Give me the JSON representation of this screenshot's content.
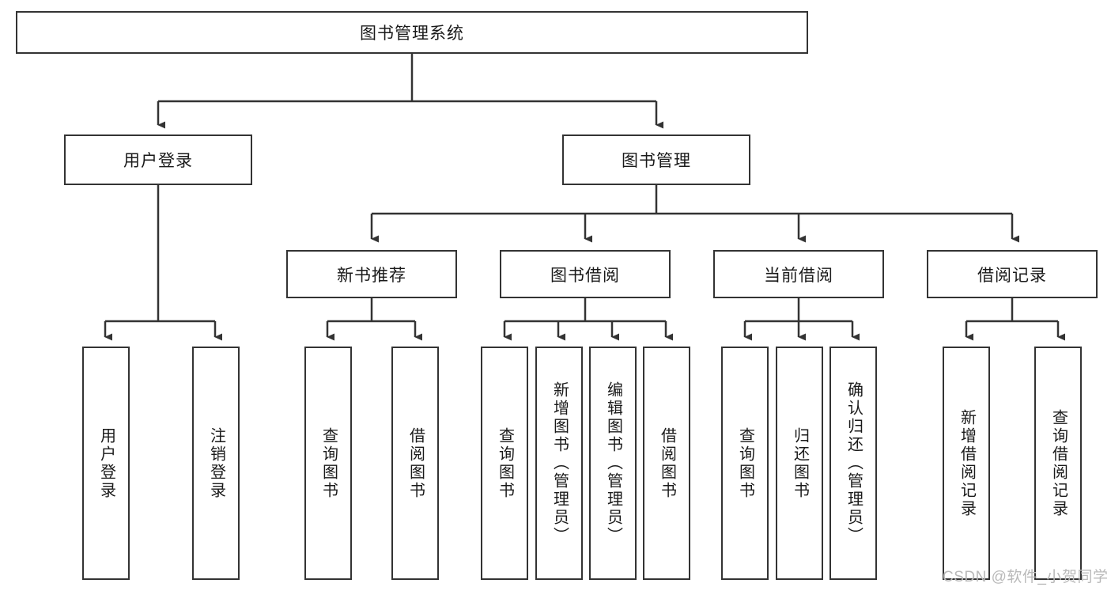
{
  "diagram": {
    "type": "tree",
    "title": "图书管理系统",
    "root": {
      "label": "图书管理系统"
    },
    "level2": [
      {
        "label": "用户登录"
      },
      {
        "label": "图书管理"
      }
    ],
    "level3": [
      {
        "label": "新书推荐"
      },
      {
        "label": "图书借阅"
      },
      {
        "label": "当前借阅"
      },
      {
        "label": "借阅记录"
      }
    ],
    "leaves": {
      "user_login": [
        {
          "label": "用户登录"
        },
        {
          "label": "注销登录"
        }
      ],
      "new_book_recommend": [
        {
          "label": "查询图书"
        },
        {
          "label": "借阅图书"
        }
      ],
      "book_borrow": [
        {
          "label": "查询图书"
        },
        {
          "label": "新增图书（管理员）"
        },
        {
          "label": "编辑图书（管理员）"
        },
        {
          "label": "借阅图书"
        }
      ],
      "current_borrow": [
        {
          "label": "查询图书"
        },
        {
          "label": "归还图书"
        },
        {
          "label": "确认归还（管理员）"
        }
      ],
      "borrow_record": [
        {
          "label": "新增借阅记录"
        },
        {
          "label": "查询借阅记录"
        }
      ]
    }
  },
  "watermark": {
    "text": "CSDN @软件_小贺同学"
  },
  "colors": {
    "stroke": "#333333",
    "background": "#ffffff",
    "text": "#1a1a1a",
    "watermark": "#b9b9b9"
  }
}
